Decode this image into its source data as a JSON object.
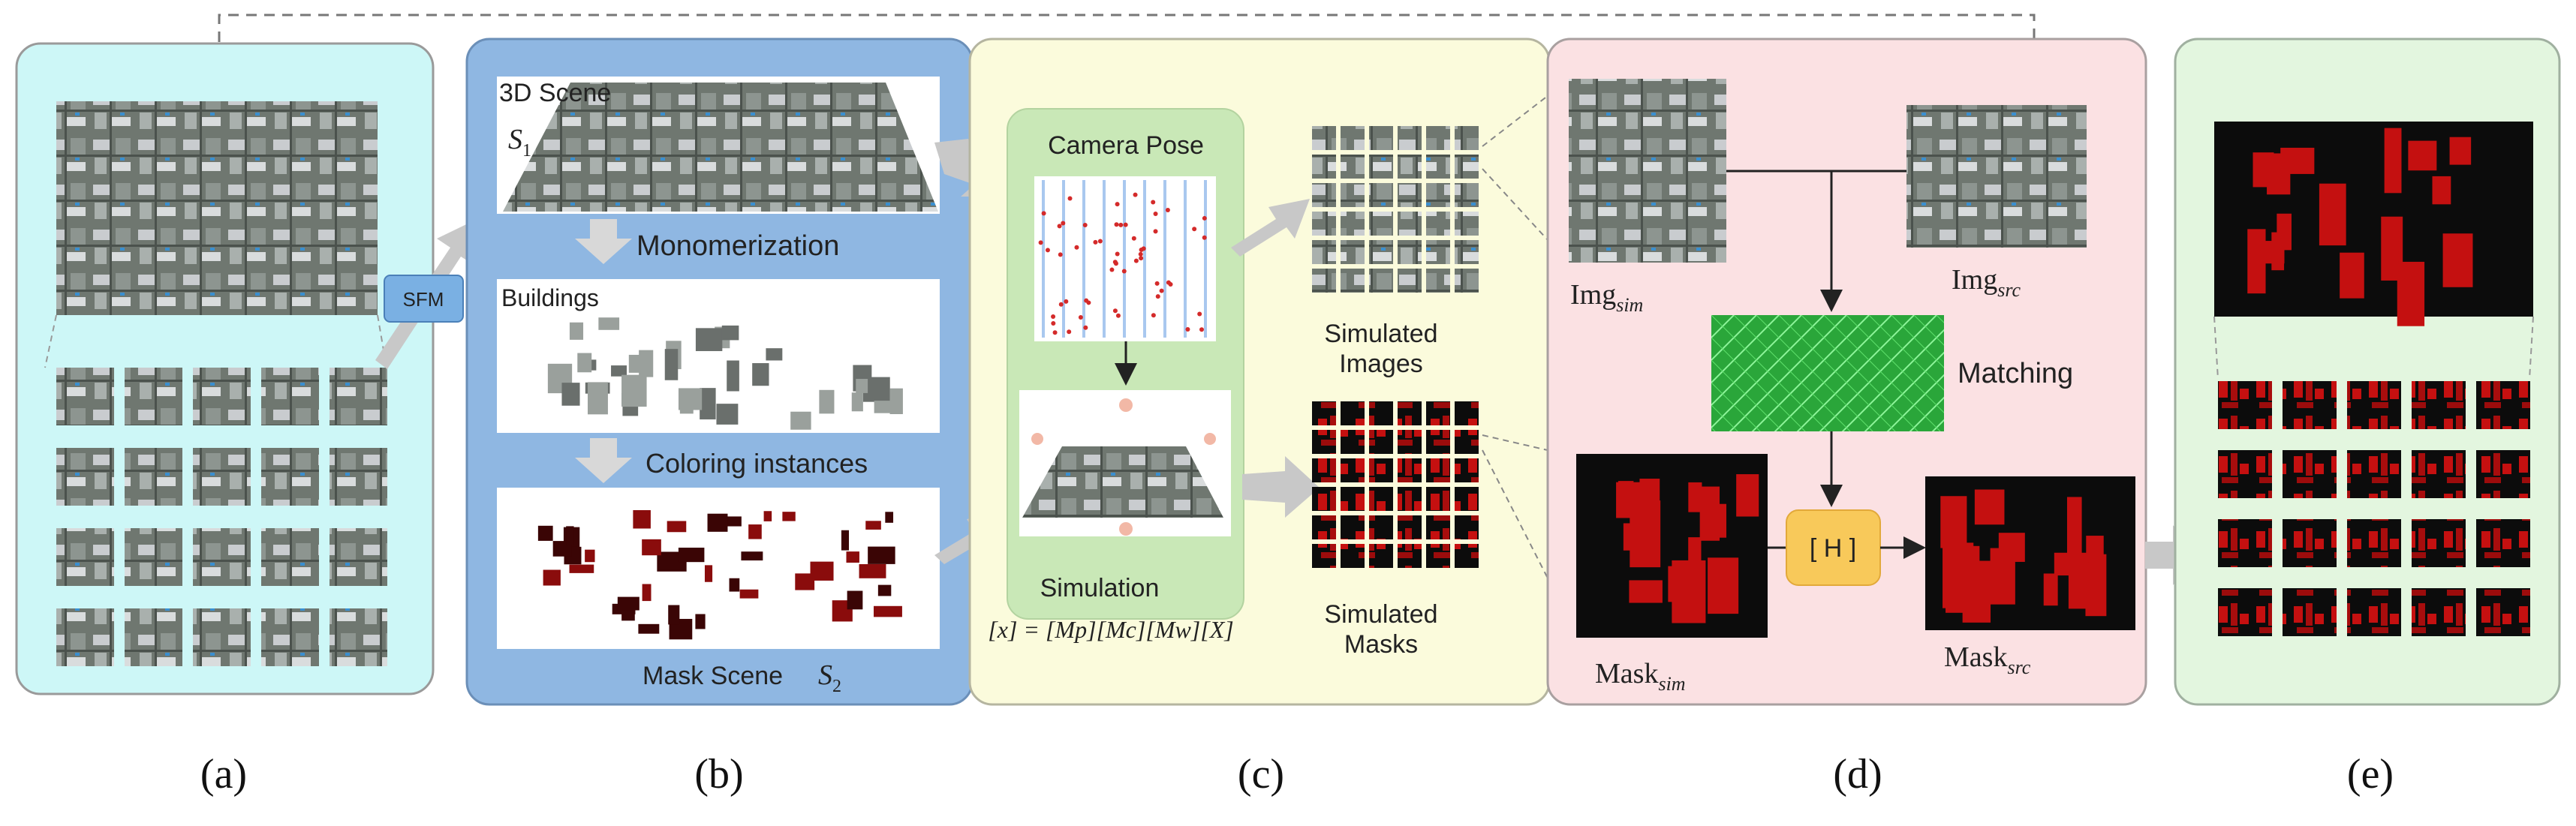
{
  "colors": {
    "panel_a": "#cdf7f7",
    "panel_b": "#8fb7e2",
    "panel_c": "#fbfbdc",
    "panel_d": "#fbe1e3",
    "panel_e": "#e3f6df",
    "arrow_gray": "#c8c8c8",
    "mask_red": "#cc1111",
    "matching_green": "#37d84a",
    "h_box": "#f8c95a"
  },
  "panel_a": {
    "sfm_label": "SFM"
  },
  "panel_b": {
    "scene1_label": "3D Scene",
    "scene1_symbol": "S",
    "scene1_sub": "1",
    "monomer_label": "Monomerization",
    "buildings_label": "Buildings",
    "coloring_label": "Coloring instances",
    "mask_scene_label": "Mask Scene",
    "mask_scene_symbol": "S",
    "mask_scene_sub": "2"
  },
  "panel_c": {
    "camera_pose_label": "Camera Pose",
    "simulation_label": "Simulation",
    "equation": "[x] = [Mp][Mc][Mw][X]",
    "simulated_images_line1": "Simulated",
    "simulated_images_line2": "Images",
    "simulated_masks_line1": "Simulated",
    "simulated_masks_line2": "Masks"
  },
  "panel_d": {
    "img_sim": "Img",
    "img_sim_sub": "sim",
    "img_src": "Img",
    "img_src_sub": "src",
    "matching_label": "Matching",
    "h_label": "[ H ]",
    "mask_sim": "Mask",
    "mask_sim_sub": "sim",
    "mask_src": "Mask",
    "mask_src_sub": "src"
  },
  "captions": [
    "(a)",
    "(b)",
    "(c)",
    "(d)",
    "(e)"
  ]
}
